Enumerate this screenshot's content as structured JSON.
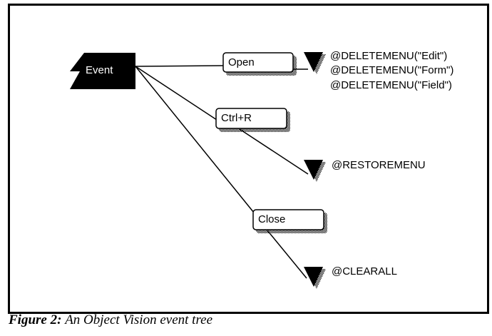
{
  "figure": {
    "number_label": "Figure 2:",
    "caption": "An Object Vision event tree"
  },
  "root": {
    "label": "Event",
    "fill": "#000000",
    "text_color": "#ffffff"
  },
  "branches": [
    {
      "trigger": "Open",
      "actions": [
        "@DELETEMENU(\"Edit\")",
        "@DELETEMENU(\"Form\")",
        "@DELETEMENU(\"Field\")"
      ]
    },
    {
      "trigger": "Ctrl+R",
      "actions": [
        "@RESTOREMENU"
      ]
    },
    {
      "trigger": "Close",
      "actions": [
        "@CLEARALL"
      ]
    }
  ]
}
